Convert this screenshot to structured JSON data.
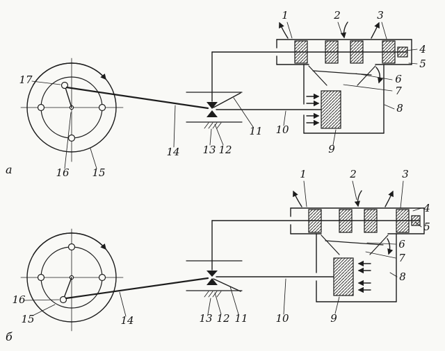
{
  "colors": {
    "ink": "#1c1c1c",
    "paper": "#f9f9f6"
  },
  "fig_a": {
    "letter": "a",
    "labels": {
      "1": "1",
      "2": "2",
      "3": "3",
      "4": "4",
      "5": "5",
      "6": "6",
      "7": "7",
      "8": "8",
      "9": "9",
      "10": "10",
      "11": "11",
      "12": "12",
      "13": "13",
      "14": "14",
      "15": "15",
      "16": "16",
      "17": "17"
    }
  },
  "fig_b": {
    "letter": "б",
    "labels": {
      "1": "1",
      "2": "2",
      "3": "3",
      "4": "4",
      "5": "5",
      "6": "6",
      "7": "7",
      "8": "8",
      "9": "9",
      "10": "10",
      "11": "11",
      "12": "12",
      "13": "13",
      "14": "14",
      "15": "15",
      "16": "16"
    }
  }
}
